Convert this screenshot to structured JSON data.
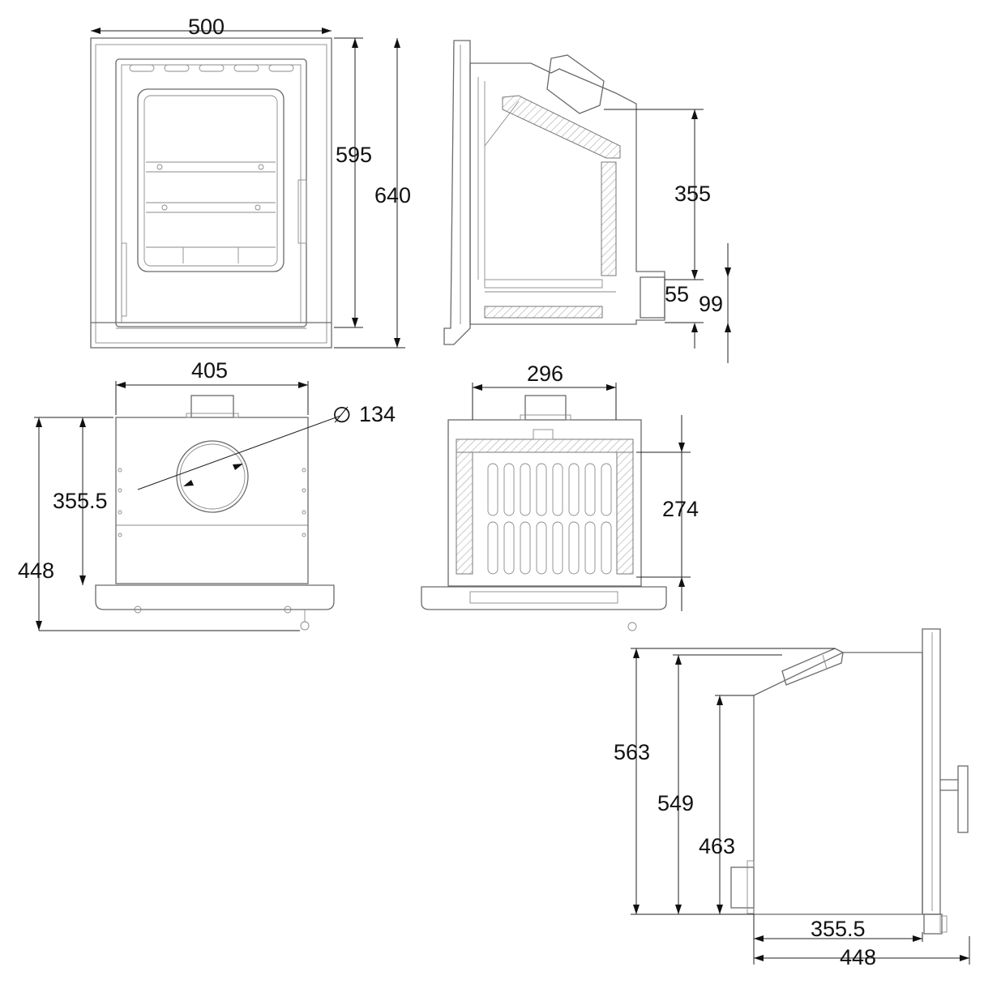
{
  "dimensions": {
    "front_width": "500",
    "front_height_inner": "595",
    "front_height_total": "640",
    "side_height_upper": "355",
    "side_flue_height": "55",
    "side_flue_total": "99",
    "top_width": "405",
    "top_flue_diameter": "134",
    "top_depth_inner": "355.5",
    "top_depth_total": "448",
    "section_width": "296",
    "section_depth": "274",
    "side2_height_total": "563",
    "side2_height_mid": "549",
    "side2_height_low": "463",
    "side2_depth_inner": "355.5",
    "side2_depth_total": "448"
  },
  "symbols": {
    "diameter": "∅"
  }
}
